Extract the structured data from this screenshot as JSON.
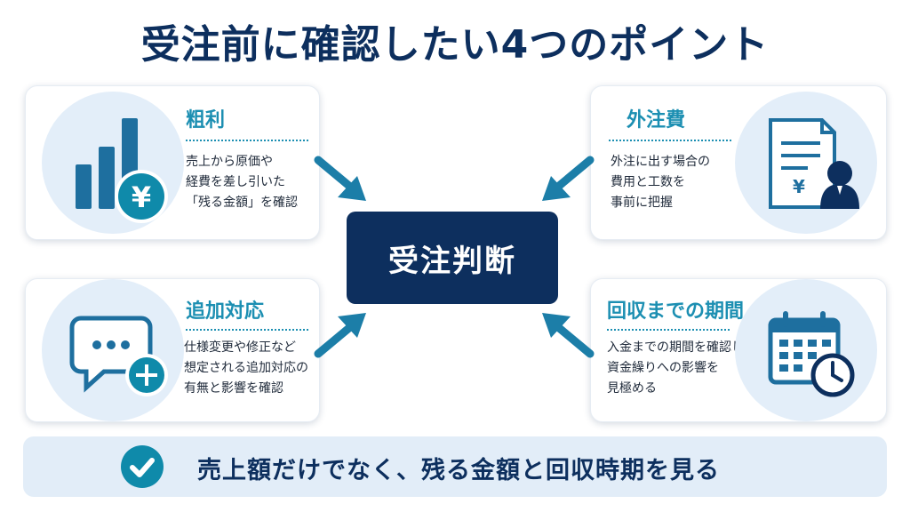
{
  "title": "受注前に確認したい4つのポイント",
  "center_label": "受注判断",
  "cards": {
    "profit": {
      "heading": "粗利",
      "lines": [
        "売上から原価や",
        "経費を差し引いた",
        "「残る金額」を確認"
      ],
      "icon": "bar-chart-yen-icon"
    },
    "outsourcing": {
      "heading": "外注費",
      "lines": [
        "外注に出す場合の",
        "費用と工数を",
        "事前に把握"
      ],
      "icon": "document-person-icon"
    },
    "additional": {
      "heading": "追加対応",
      "lines": [
        "仕様変更や修正など",
        "想定される追加対応の",
        "有無と影響を確認"
      ],
      "icon": "chat-plus-icon"
    },
    "collection": {
      "heading": "回収までの期間",
      "lines": [
        "入金までの期間を確認し、",
        "資金繰りへの影響を",
        "見極める"
      ],
      "icon": "calendar-clock-icon"
    }
  },
  "bottom_message": "売上額だけでなく、残る金額と回収時期を見る",
  "colors": {
    "navy": "#0d2f5e",
    "teal": "#1c8fb2",
    "light_blue": "#e3eef9",
    "icon_blue": "#1e6f9f"
  }
}
